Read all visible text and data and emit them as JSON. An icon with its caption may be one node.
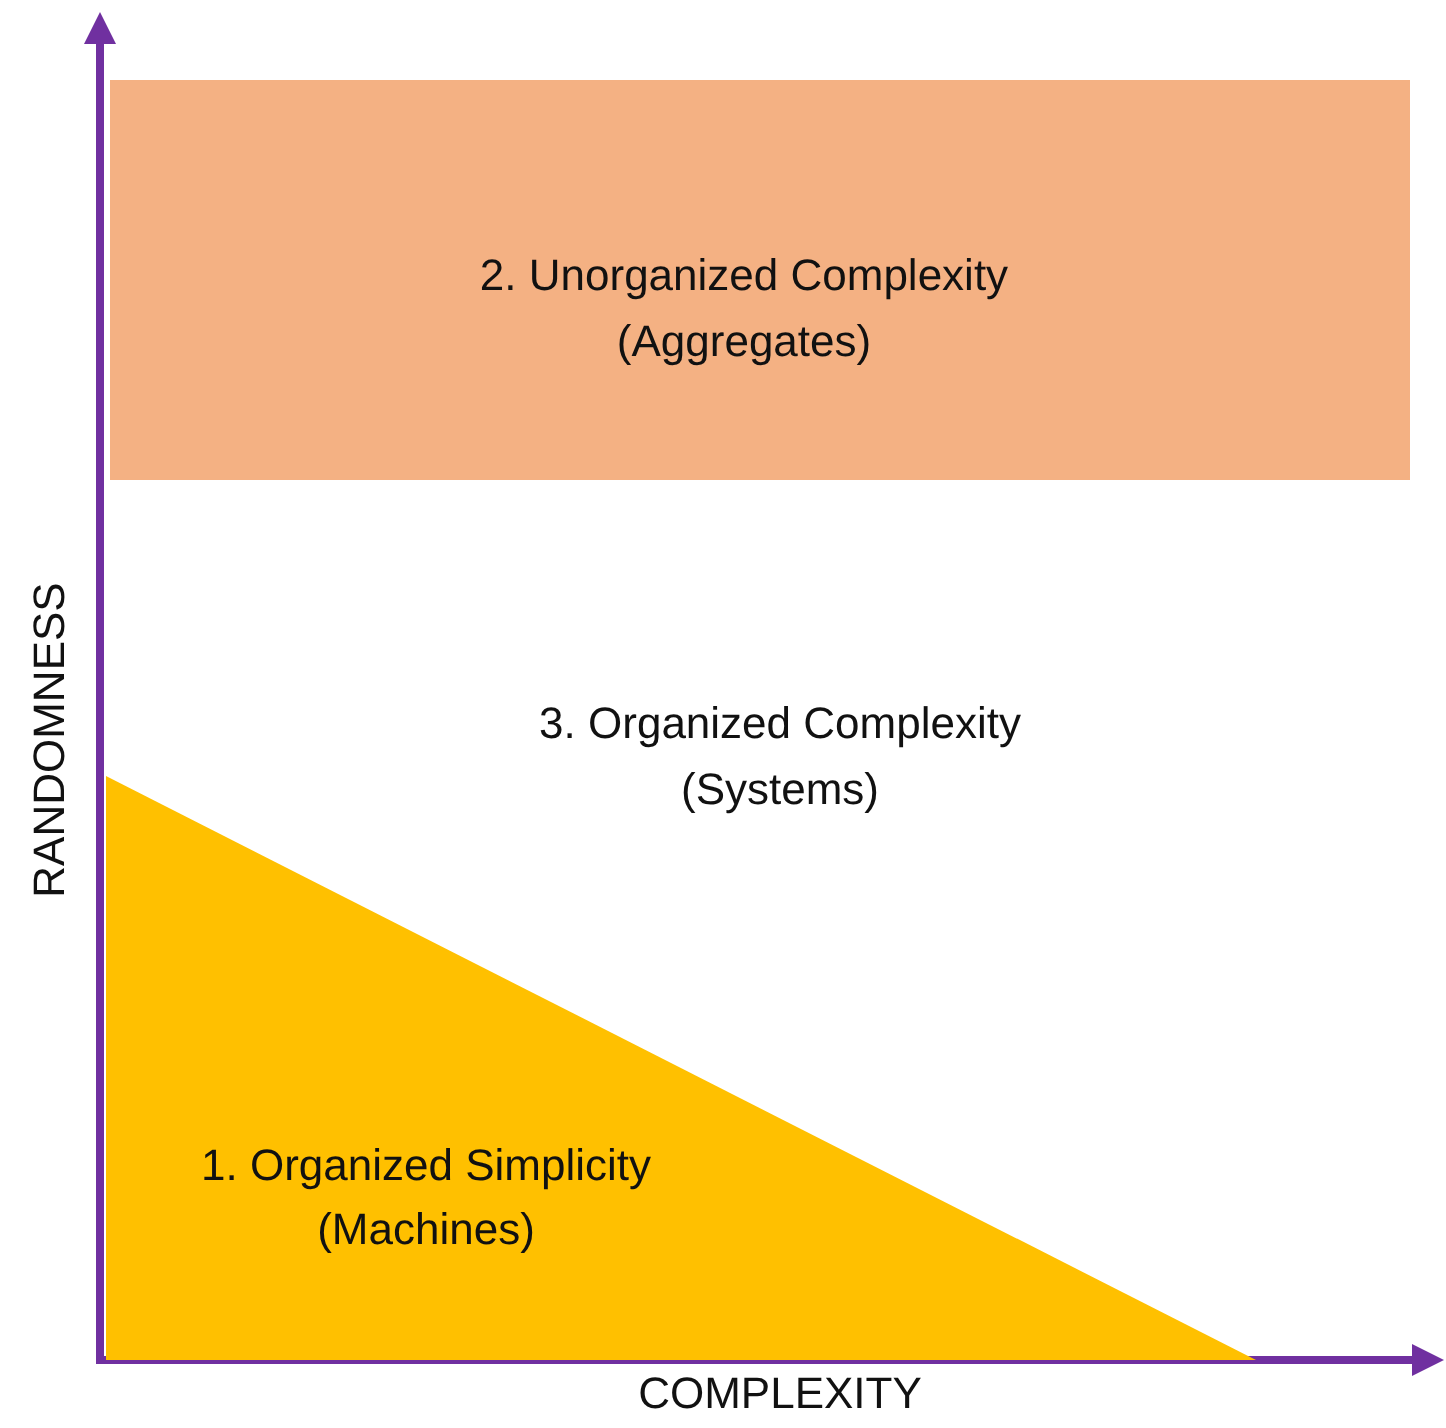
{
  "diagram": {
    "nodes": [
      {
        "text": [
          "2. Unorganized Complexity",
          "(Aggregates)"
        ]
      },
      {
        "text": [
          "1. Organized Simplicity",
          "(Machines)"
        ]
      }
    ],
    "labels": [
      "RANDOMNESS",
      "3. Organized Complexity",
      "(Systems)",
      "COMPLEXITY"
    ]
  }
}
